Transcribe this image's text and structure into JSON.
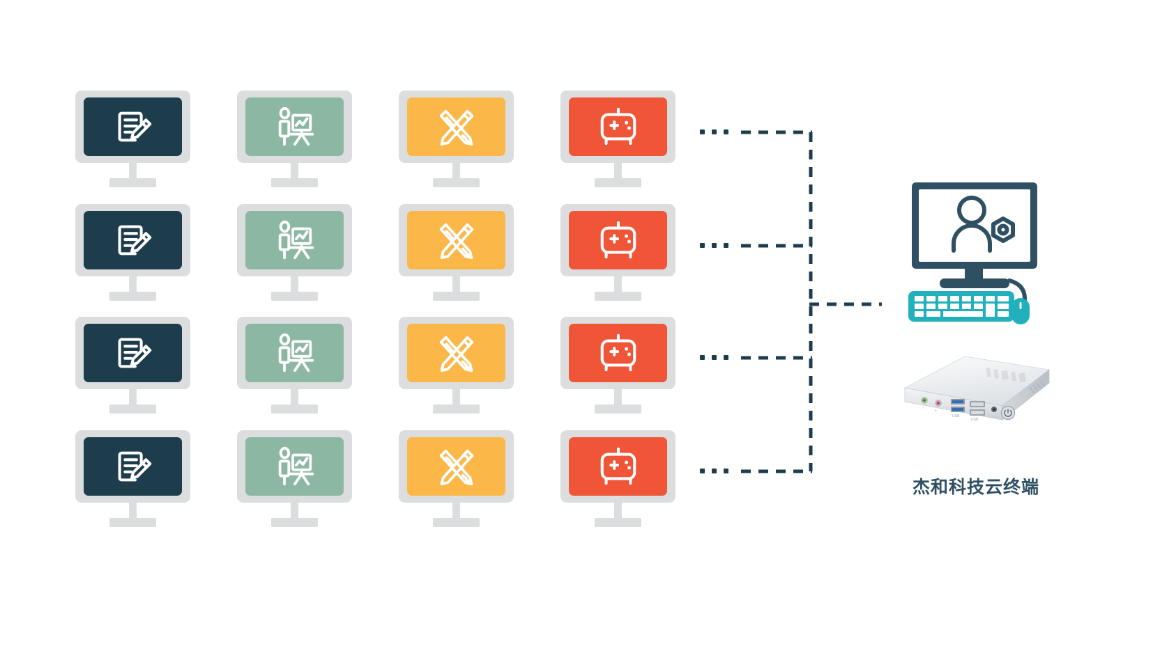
{
  "diagram": {
    "type": "network-topology",
    "title_label": "杰和科技云终端",
    "colors": {
      "navy": "#1d3d4d",
      "sage": "#8cb8a3",
      "amber": "#fbb849",
      "orange": "#ef5536",
      "bezel": "#dcdddf",
      "teal": "#22b0bd",
      "line": "#1d3d4d",
      "label_text": "#2f4f63",
      "silver": "#e9ebee"
    },
    "clients": {
      "rows": 4,
      "columns": 4,
      "column_types": [
        {
          "id": "office-document",
          "icon": "document-edit-icon",
          "color": "#1d3d4d"
        },
        {
          "id": "training-presentation",
          "icon": "presentation-easel-icon",
          "color": "#8cb8a3"
        },
        {
          "id": "design-drafting",
          "icon": "pencil-ruler-icon",
          "color": "#fbb849"
        },
        {
          "id": "gaming-entertainment",
          "icon": "gamepad-icon",
          "color": "#ef5536"
        }
      ],
      "row_ellipsis": "...",
      "ellipsis_dot_count": 3
    },
    "connections": {
      "style": "dashed",
      "branch_count": 4,
      "trunk_label": "",
      "to_server_label": ""
    },
    "server": {
      "monitor_icon": "user-gear-admin-icon",
      "keyboard_icon": "keyboard-icon",
      "mouse_icon": "mouse-icon",
      "device_icon": "mini-pc-thin-client-icon",
      "device_label": "杰和科技云终端",
      "ports": [
        "audio-out",
        "mic-in",
        "usb3",
        "usb3",
        "usb2",
        "usb2",
        "dc-in",
        "power-button"
      ]
    }
  }
}
